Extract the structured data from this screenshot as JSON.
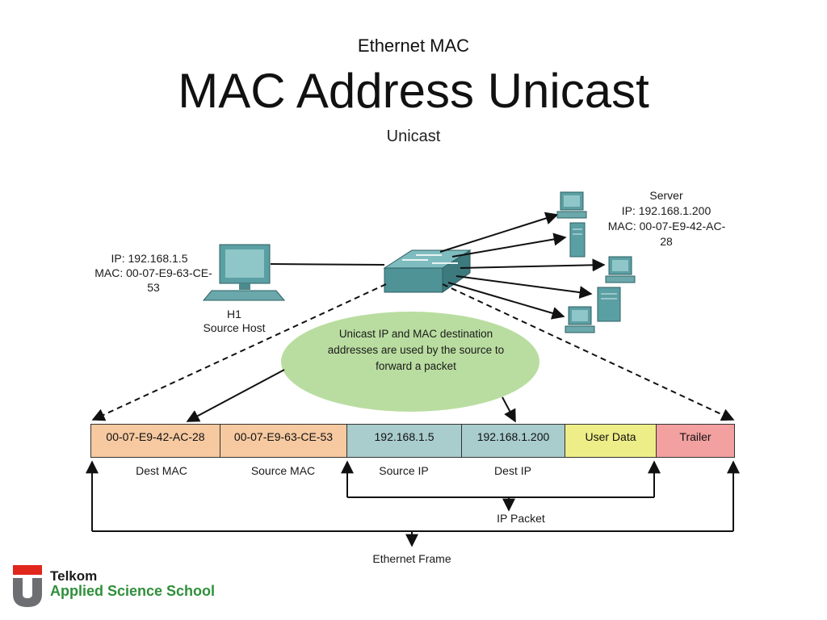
{
  "header": {
    "subtitle": "Ethernet MAC",
    "title": "MAC Address Unicast"
  },
  "figure": {
    "caption": "Unicast",
    "source_host": {
      "ip": "IP: 192.168.1.5",
      "mac_line1": "MAC: 00-07-E9-63-CE-",
      "mac_line2": "53",
      "name": "H1",
      "role": "Source Host"
    },
    "server": {
      "role": "Server",
      "ip": "IP: 192.168.1.200",
      "mac_line1": "MAC: 00-07-E9-42-AC-",
      "mac_line2": "28"
    },
    "bubble": {
      "line1": "Unicast IP and MAC destination",
      "line2": "addresses are used by the source to",
      "line3": "forward a packet"
    },
    "frame_fields": [
      {
        "value": "00-07-E9-42-AC-28",
        "label": "Dest MAC",
        "color": "#f6c9a0"
      },
      {
        "value": "00-07-E9-63-CE-53",
        "label": "Source MAC",
        "color": "#f6c9a0"
      },
      {
        "value": "192.168.1.5",
        "label": "Source IP",
        "color": "#a9cccd"
      },
      {
        "value": "192.168.1.200",
        "label": "Dest IP",
        "color": "#a9cccd"
      },
      {
        "value": "User Data",
        "label": "",
        "color": "#eeee88"
      },
      {
        "value": "Trailer",
        "label": "",
        "color": "#f2a0a0"
      }
    ],
    "brackets": {
      "ip_packet": "IP Packet",
      "ethernet_frame": "Ethernet Frame"
    }
  },
  "logo": {
    "line1": "Telkom",
    "line2": "Applied Science School",
    "colors": {
      "red": "#e1261c",
      "gray": "#6d6e71",
      "green": "#2f8f3a"
    }
  }
}
